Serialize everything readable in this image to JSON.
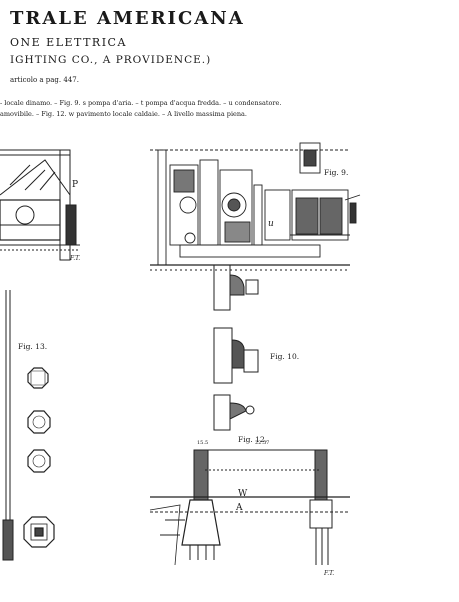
{
  "header": {
    "title": "TRALE AMERICANA",
    "subtitle": "ONE ELETTRICA",
    "subtitle2": "IGHTING CO., A PROVIDENCE.)",
    "reference": "articolo a pag. 447."
  },
  "legend": {
    "line1": "- locale dinamo. – Fig. 9. s pompa d'aria. – t pompa d'acqua fredda. – u condensatore.",
    "line2": "amovibile. – Fig. 12. w pavimento locale caldaie. – A livello massima piena."
  },
  "figures": {
    "fig9": "Fig. 9.",
    "fig10": "Fig. 10.",
    "fig12": "Fig. 12.",
    "fig13": "Fig. 13."
  },
  "annotations": {
    "p_label": "P",
    "u_label": "u",
    "w_label": "W",
    "a_label": "A",
    "sig_left": "F.T.",
    "sig_right": "F.T.",
    "dim_top": "22.57",
    "dim_left": "15.5"
  }
}
